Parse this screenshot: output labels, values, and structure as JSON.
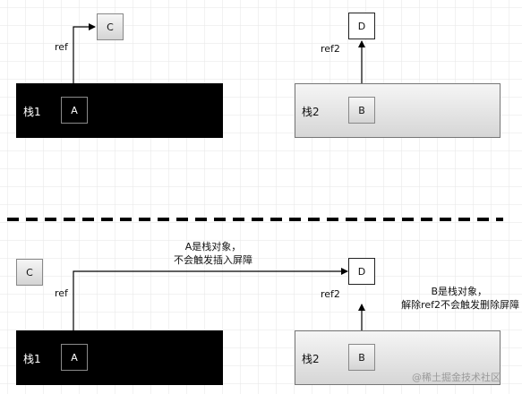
{
  "top": {
    "stack1": {
      "title": "栈1",
      "node": "A"
    },
    "stack2": {
      "title": "栈2",
      "node": "B"
    },
    "node_c": "C",
    "node_d": "D",
    "ref_label": "ref",
    "ref2_label": "ref2"
  },
  "bottom": {
    "stack1": {
      "title": "栈1",
      "node": "A"
    },
    "stack2": {
      "title": "栈2",
      "node": "B"
    },
    "node_c": "C",
    "node_d": "D",
    "ref_label": "ref",
    "ref2_label": "ref2",
    "note_a": [
      "A是栈对象，",
      "不会触发插入屏障"
    ],
    "note_b": [
      "B是栈对象，",
      "解除ref2不会触发删除屏障"
    ]
  },
  "watermark": "@稀土掘金技术社区",
  "colors": {
    "grid": "#e6e6e6",
    "stack1_fill": "#000000",
    "stack2_fill": "#e2e2e2",
    "arrow": "#000000"
  }
}
